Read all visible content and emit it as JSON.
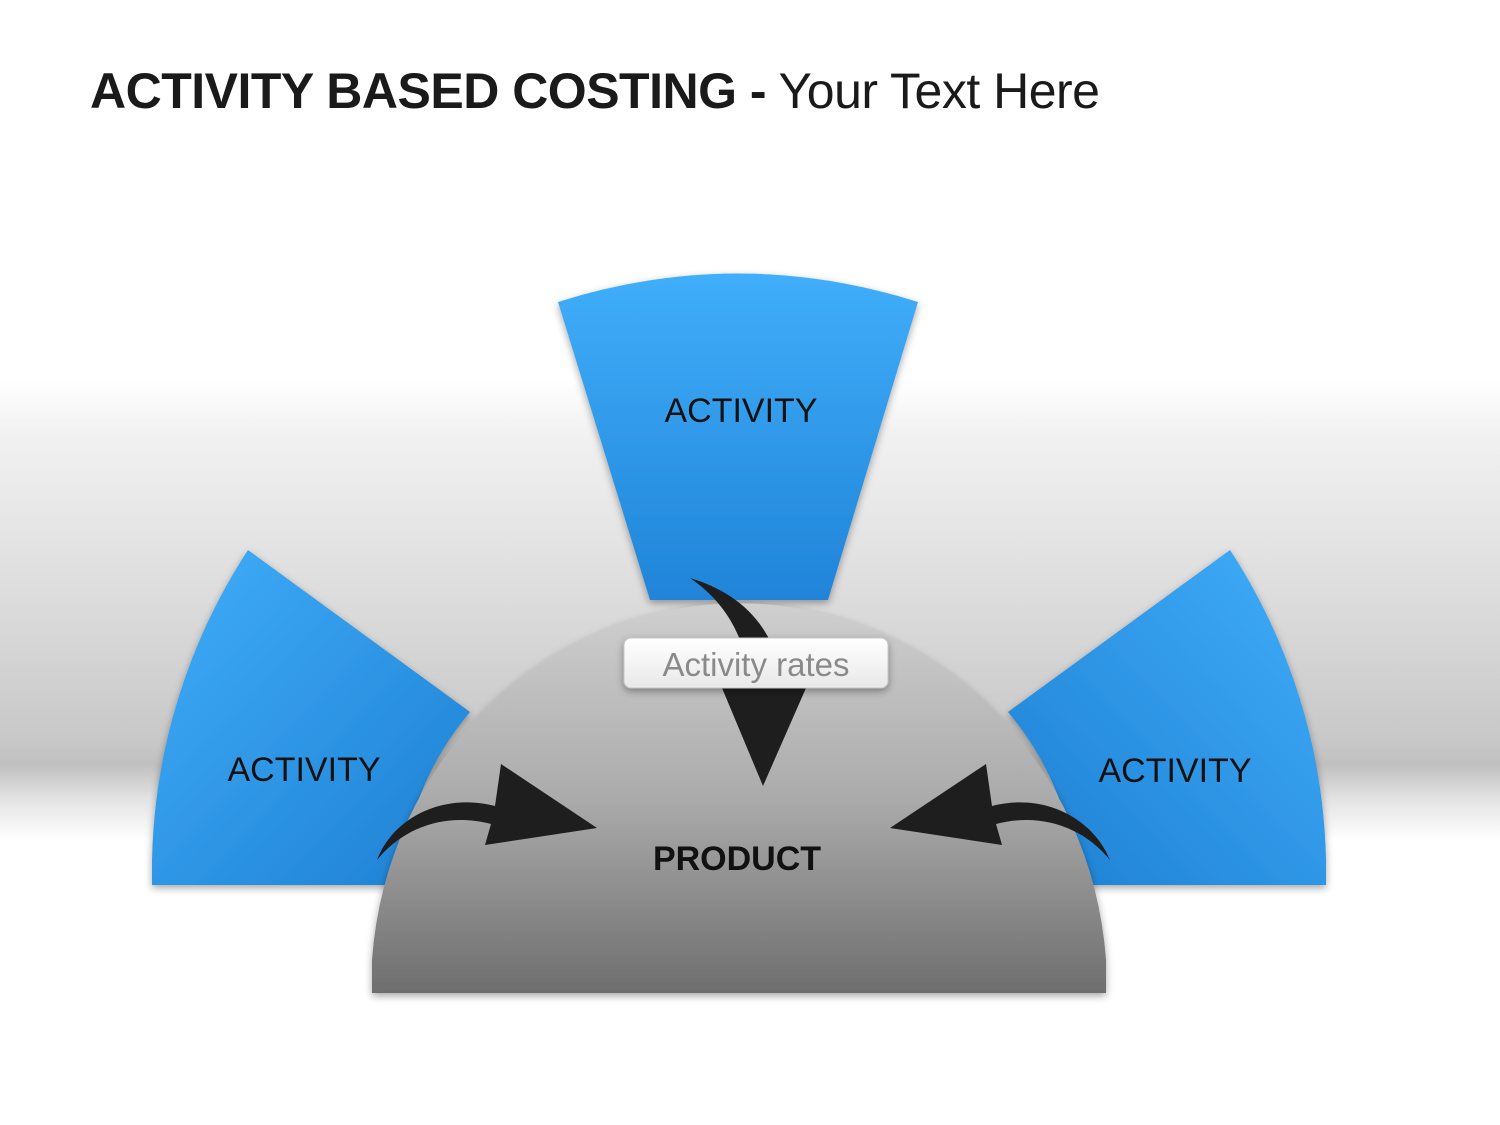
{
  "title": {
    "bold": "ACTIVITY BASED COSTING -",
    "light": "Your Text Here"
  },
  "diagram": {
    "activity_top": "ACTIVITY",
    "activity_left": "ACTIVITY",
    "activity_right": "ACTIVITY",
    "product": "PRODUCT",
    "rates": "Activity rates"
  },
  "colors": {
    "activity_light": "#3fa9f5",
    "activity_dark": "#1f7fd4",
    "product_light": "#d0d0d0",
    "product_dark": "#707070",
    "arrow": "#1e1e1e"
  }
}
